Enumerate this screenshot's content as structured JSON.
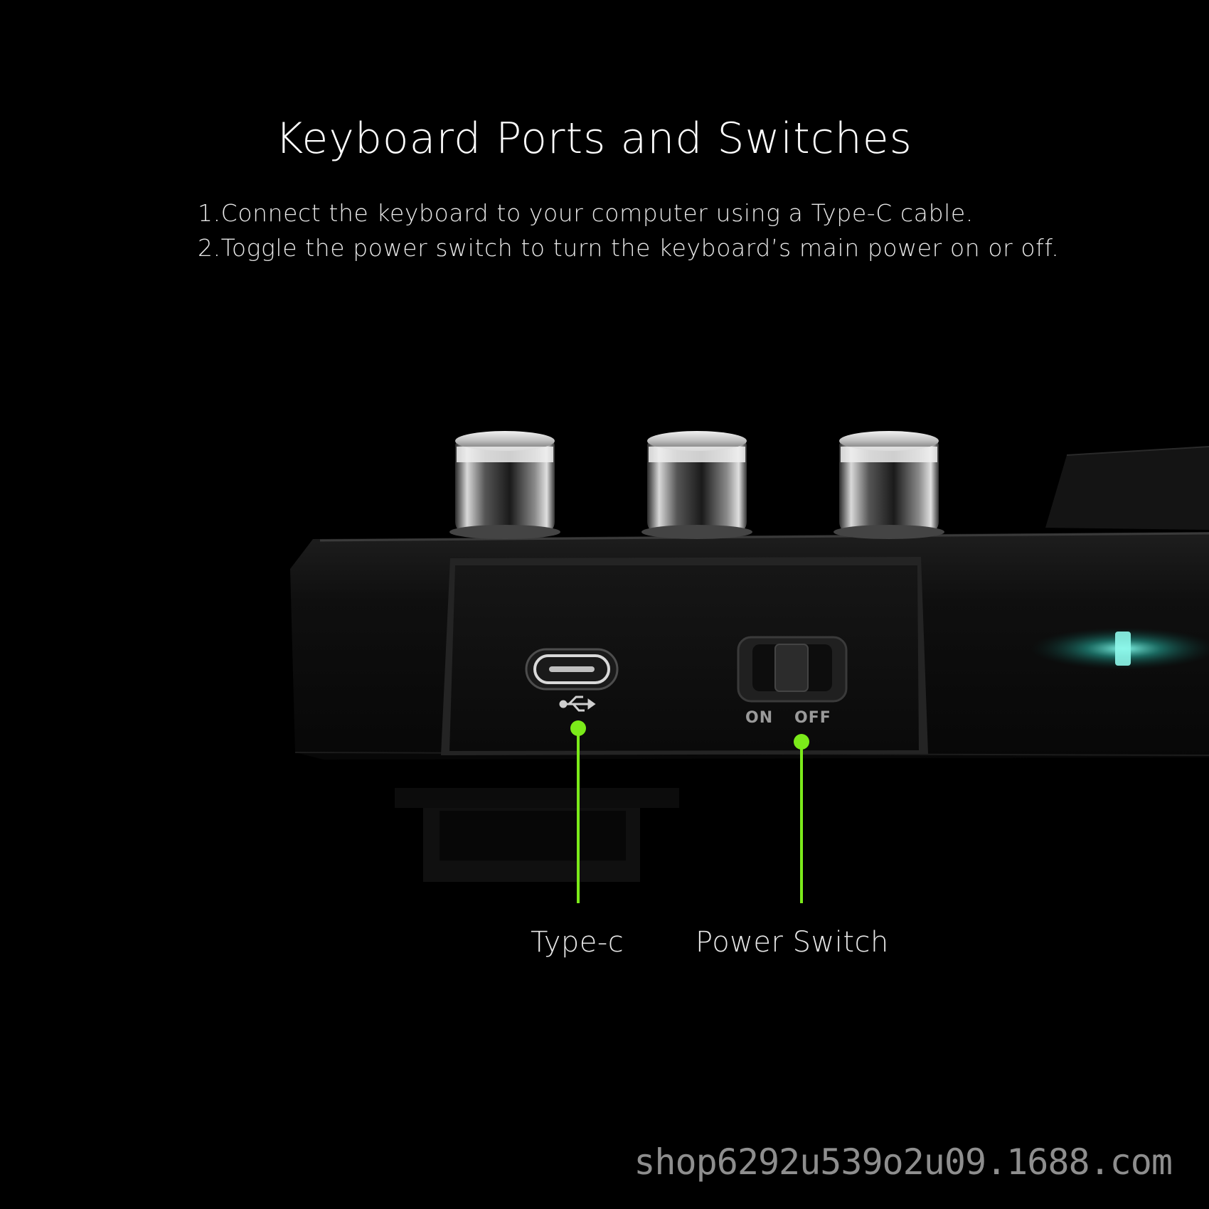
{
  "header": {
    "title": "Keyboard Ports and Switches",
    "steps": [
      "1.Connect the keyboard to your computer using a Type-C cable.",
      "2.Toggle the power switch to turn the keyboard’s main power on or off."
    ]
  },
  "switch": {
    "on_label": "ON",
    "off_label": "OFF"
  },
  "callouts": {
    "port_label": "Type-c",
    "switch_label": "Power Switch",
    "accent_color": "#7bea1a"
  },
  "icons": {
    "usb": "usb-icon"
  },
  "watermark": "shop6292u539o2u09.1688.com"
}
